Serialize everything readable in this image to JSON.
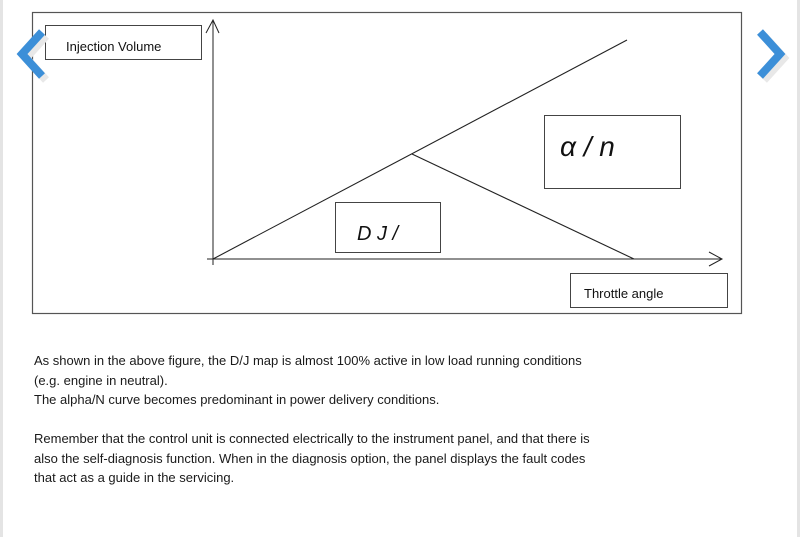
{
  "navigation": {
    "prev_icon": "chevron-left-icon",
    "next_icon": "chevron-right-icon",
    "accent_color": "#3c8fd8"
  },
  "diagram": {
    "y_axis_label": "Injection Volume",
    "x_axis_label": "Throttle angle",
    "region_dj_label": "D J /",
    "region_alpha_n_label": "α / n"
  },
  "text": {
    "paragraph1_lines": [
      "As shown in the above figure, the D/J map is almost 100% active in low load running conditions",
      "(e.g. engine in neutral).",
      "The alpha/N curve becomes predominant in power delivery conditions."
    ],
    "paragraph2_lines": [
      "Remember that the control unit is connected electrically to the instrument panel, and that there is",
      "also the self-diagnosis function. When in the diagnosis option, the panel displays the fault codes",
      "that act as a guide in the servicing."
    ]
  }
}
